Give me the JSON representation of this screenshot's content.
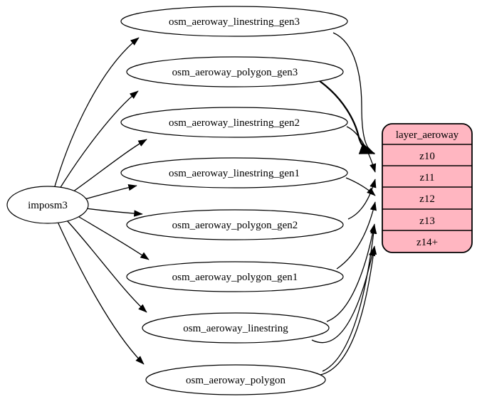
{
  "diagram": {
    "type": "graphviz-etl-graph",
    "source": {
      "label": "imposm3"
    },
    "tables": [
      {
        "label": "osm_aeroway_linestring_gen3"
      },
      {
        "label": "osm_aeroway_polygon_gen3"
      },
      {
        "label": "osm_aeroway_linestring_gen2"
      },
      {
        "label": "osm_aeroway_linestring_gen1"
      },
      {
        "label": "osm_aeroway_polygon_gen2"
      },
      {
        "label": "osm_aeroway_polygon_gen1"
      },
      {
        "label": "osm_aeroway_linestring"
      },
      {
        "label": "osm_aeroway_polygon"
      }
    ],
    "layer": {
      "title": "layer_aeroway",
      "rows": [
        "z10",
        "z11",
        "z12",
        "z13",
        "z14+"
      ],
      "fill_color": "#ffb6c1",
      "border_color": "#000000"
    },
    "colors": {
      "background": "#ffffff",
      "edge": "#000000",
      "ellipse_fill": "#ffffff",
      "text": "#000000"
    },
    "edges": [
      {
        "from": "imposm3",
        "to": "osm_aeroway_linestring_gen3"
      },
      {
        "from": "imposm3",
        "to": "osm_aeroway_polygon_gen3"
      },
      {
        "from": "imposm3",
        "to": "osm_aeroway_linestring_gen2"
      },
      {
        "from": "imposm3",
        "to": "osm_aeroway_linestring_gen1"
      },
      {
        "from": "imposm3",
        "to": "osm_aeroway_polygon_gen2"
      },
      {
        "from": "imposm3",
        "to": "osm_aeroway_polygon_gen1"
      },
      {
        "from": "imposm3",
        "to": "osm_aeroway_linestring"
      },
      {
        "from": "imposm3",
        "to": "osm_aeroway_polygon"
      },
      {
        "from": "osm_aeroway_linestring_gen3",
        "to": "layer_aeroway:z10"
      },
      {
        "from": "osm_aeroway_polygon_gen3",
        "to": "layer_aeroway:z10"
      },
      {
        "from": "osm_aeroway_linestring_gen2",
        "to": "layer_aeroway:z11"
      },
      {
        "from": "osm_aeroway_polygon_gen2",
        "to": "layer_aeroway:z11"
      },
      {
        "from": "osm_aeroway_linestring_gen1",
        "to": "layer_aeroway:z12"
      },
      {
        "from": "osm_aeroway_polygon_gen1",
        "to": "layer_aeroway:z12"
      },
      {
        "from": "osm_aeroway_linestring",
        "to": "layer_aeroway:z13"
      },
      {
        "from": "osm_aeroway_polygon",
        "to": "layer_aeroway:z13"
      },
      {
        "from": "osm_aeroway_linestring",
        "to": "layer_aeroway:z14+"
      },
      {
        "from": "osm_aeroway_polygon",
        "to": "layer_aeroway:z14+"
      }
    ]
  }
}
